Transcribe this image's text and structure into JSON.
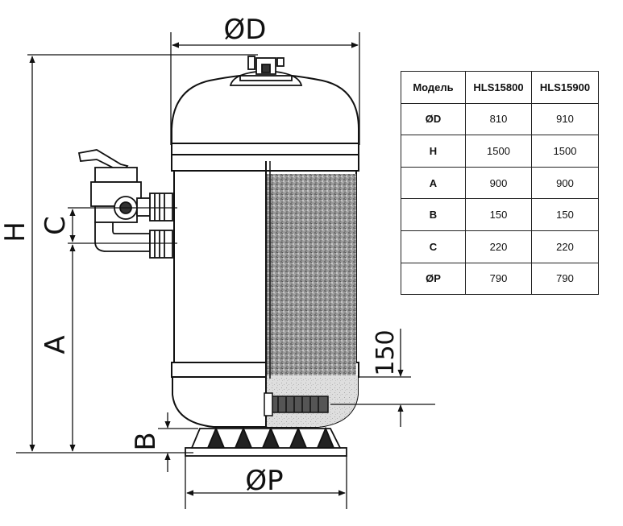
{
  "dimensions": {
    "d": "ØD",
    "h": "H",
    "c": "C",
    "a": "A",
    "b": "B",
    "p": "ØP",
    "bed_height": "150"
  },
  "table": {
    "headers": [
      "Модель",
      "HLS15800",
      "HLS15900"
    ],
    "rows": [
      [
        "ØD",
        "810",
        "910"
      ],
      [
        "H",
        "1500",
        "1500"
      ],
      [
        "A",
        "900",
        "900"
      ],
      [
        "B",
        "150",
        "150"
      ],
      [
        "C",
        "220",
        "220"
      ],
      [
        "ØP",
        "790",
        "790"
      ]
    ]
  }
}
